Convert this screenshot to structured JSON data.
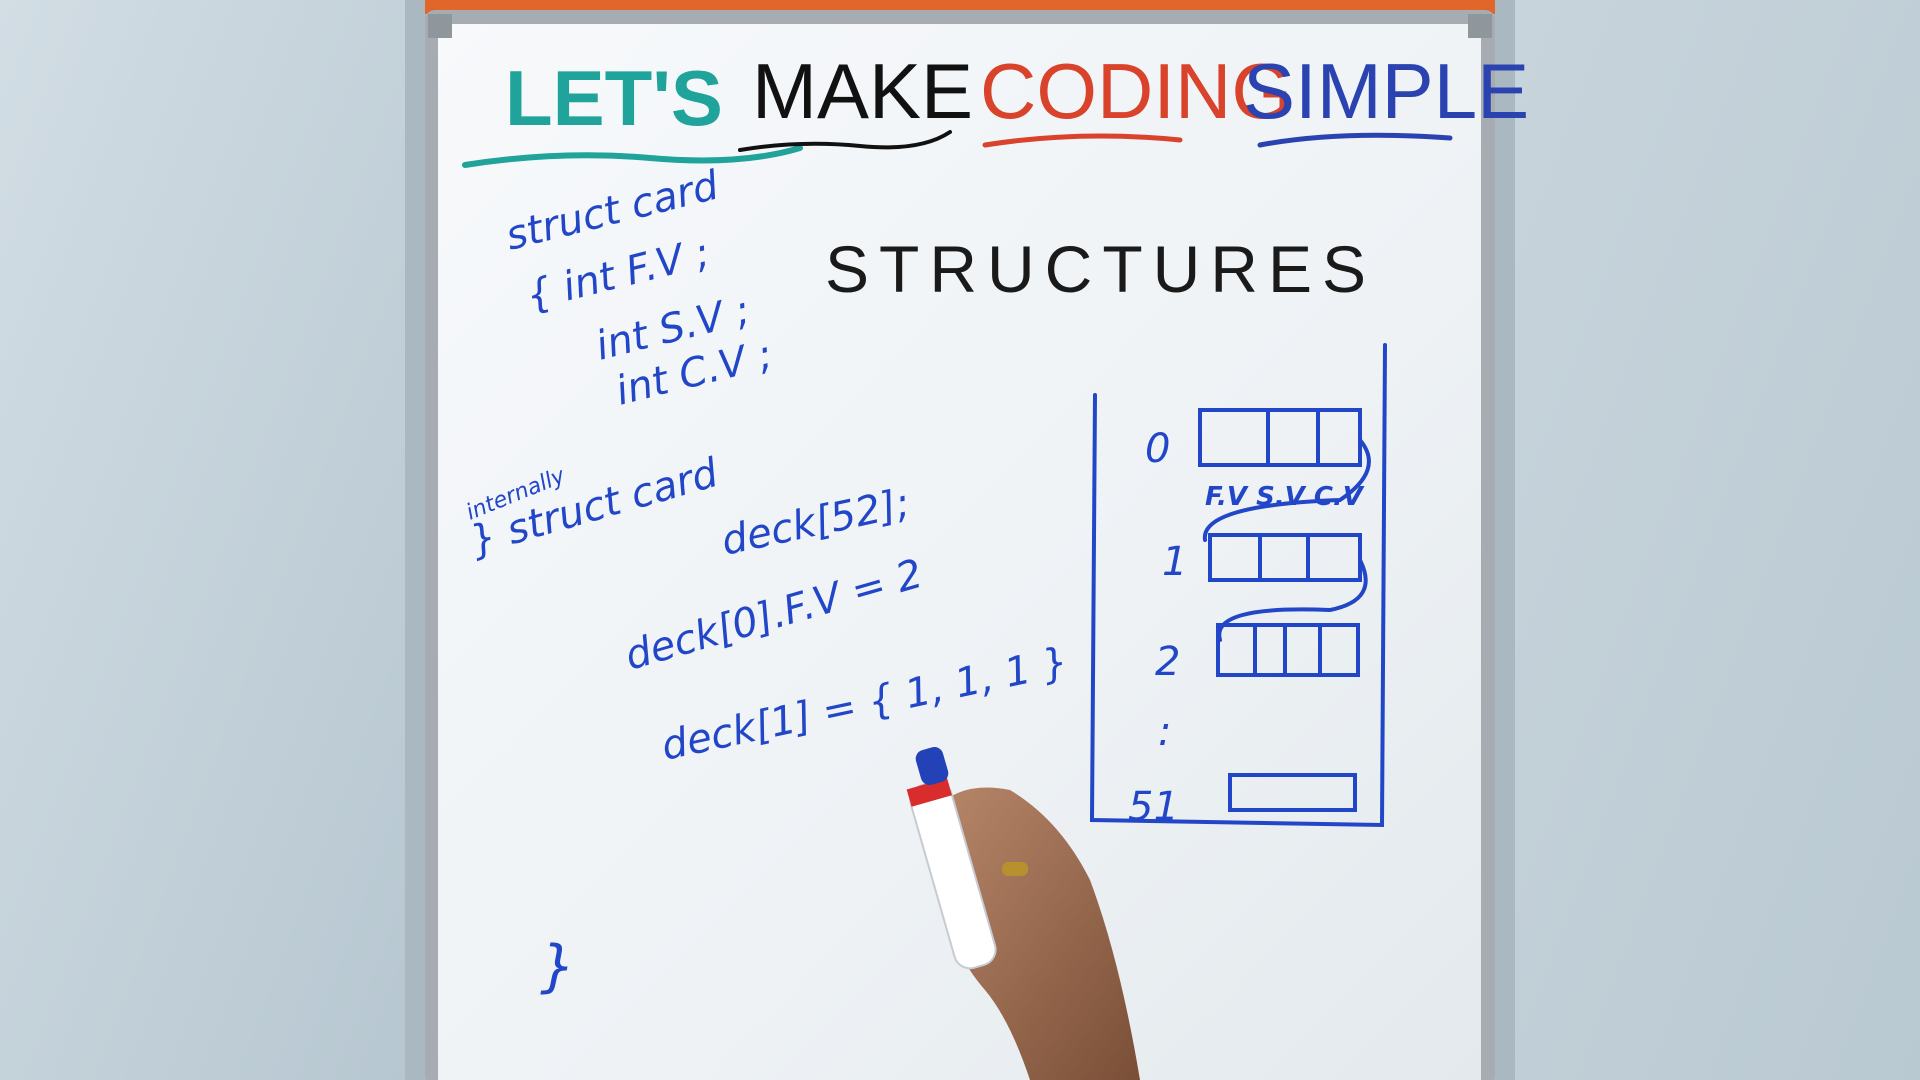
{
  "title": {
    "words": [
      "LET'S",
      "MAKE",
      "CODING",
      "SIMPLE"
    ],
    "colors": [
      "#1fa39a",
      "#111111",
      "#d9432b",
      "#2a43b0"
    ]
  },
  "heading": "STRUCTURES",
  "code": {
    "lines": [
      "struct card",
      "{ int F.V ;",
      "int S.V ;",
      "int C.V ;",
      "internally",
      "} struct card",
      "deck[52];",
      "deck[0].F.V = 2",
      "deck[1] = { 1, 1, 1 }",
      "}"
    ],
    "ink": "#2246c8"
  },
  "diagram": {
    "row_labels": [
      "0",
      "1",
      "2",
      ":",
      "51"
    ],
    "field_labels": "F.V S.V C.V",
    "ink": "#2246c8"
  },
  "colors": {
    "board": "#f4f7f9",
    "frame": "#a8adb3",
    "wall": "#c3d1da"
  }
}
